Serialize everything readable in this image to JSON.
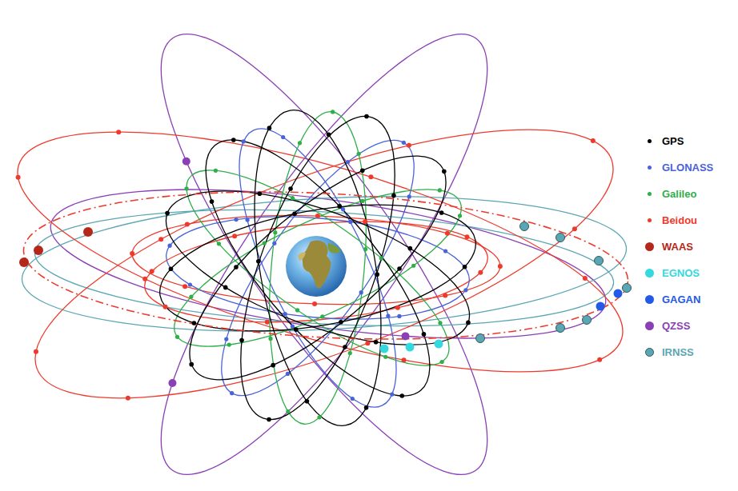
{
  "diagram": {
    "legend": [
      {
        "text": "GPS",
        "color": "#000000"
      },
      {
        "text": "GLONASS",
        "color": "#4a63d8"
      },
      {
        "text": "Galileo",
        "color": "#2fae4a"
      },
      {
        "text": "Beidou",
        "color": "#ee3a2c"
      },
      {
        "text": "WAAS",
        "color": "#b5271b"
      },
      {
        "text": "EGNOS",
        "color": "#34d9e0"
      },
      {
        "text": "GAGAN",
        "color": "#2259e6"
      },
      {
        "text": "QZSS",
        "color": "#8a3fb5"
      },
      {
        "text": "IRNSS",
        "color": "#5aa6b3"
      }
    ]
  }
}
